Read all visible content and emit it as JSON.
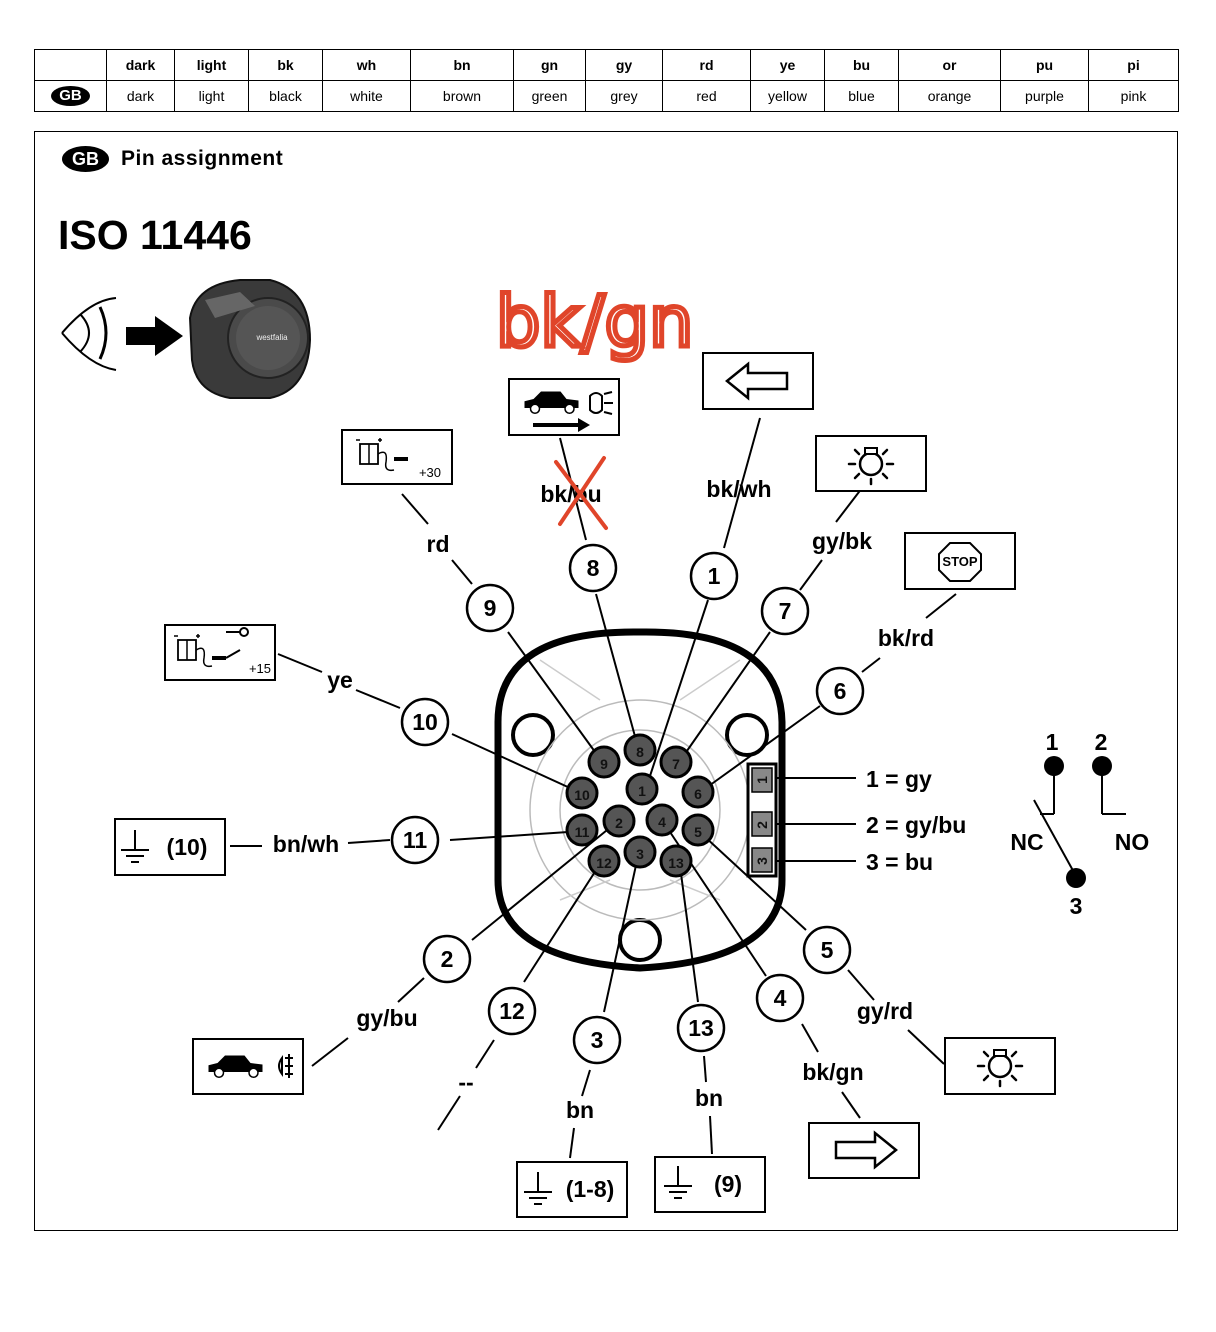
{
  "color_table": {
    "flag": "GB",
    "abbreviations": [
      "dark",
      "light",
      "bk",
      "wh",
      "bn",
      "gn",
      "gy",
      "rd",
      "ye",
      "bu",
      "or",
      "pu",
      "pi"
    ],
    "names": [
      "dark",
      "light",
      "black",
      "white",
      "brown",
      "green",
      "grey",
      "red",
      "yellow",
      "blue",
      "orange",
      "purple",
      "pink"
    ]
  },
  "header": {
    "flag": "GB",
    "title": "Pin assignment"
  },
  "standard": "ISO 11446",
  "brand_logo": "westfalia",
  "annotation_handwritten": "bk/gn",
  "pins": [
    {
      "number": "1",
      "wire": "bk/wh",
      "icon": "arrow-left-icon"
    },
    {
      "number": "2",
      "wire": "gy/bu",
      "icon": "rear-fog-light-icon"
    },
    {
      "number": "3",
      "wire": "bn",
      "icon": "ground-icon",
      "ground_ref": "(1-8)"
    },
    {
      "number": "4",
      "wire": "bk/gn",
      "icon": "arrow-right-icon"
    },
    {
      "number": "5",
      "wire": "gy/rd",
      "icon": "sidelight-icon"
    },
    {
      "number": "6",
      "wire": "bk/rd",
      "icon": "stop-light-icon",
      "stop_text": "STOP"
    },
    {
      "number": "7",
      "wire": "gy/bk",
      "icon": "sidelight-icon"
    },
    {
      "number": "8",
      "wire": "bk/bu",
      "icon": "reversing-light-icon",
      "struck_out": true
    },
    {
      "number": "9",
      "wire": "rd",
      "icon": "battery-icon",
      "terminal": "+30"
    },
    {
      "number": "10",
      "wire": "ye",
      "icon": "battery-ignition-icon",
      "terminal": "+15"
    },
    {
      "number": "11",
      "wire": "bn/wh",
      "icon": "ground-icon",
      "ground_ref": "(10)"
    },
    {
      "number": "12",
      "wire": "--",
      "icon": ""
    },
    {
      "number": "13",
      "wire": "bn",
      "icon": "ground-icon",
      "ground_ref": "(9)"
    }
  ],
  "switch_contacts": [
    {
      "number": "1",
      "label": "1 = gy"
    },
    {
      "number": "2",
      "label": "2 = gy/bu"
    },
    {
      "number": "3",
      "label": "3 = bu"
    }
  ],
  "switch_diagram": {
    "contact_1": "1",
    "contact_2": "2",
    "contact_3": "3",
    "nc": "NC",
    "no": "NO"
  }
}
